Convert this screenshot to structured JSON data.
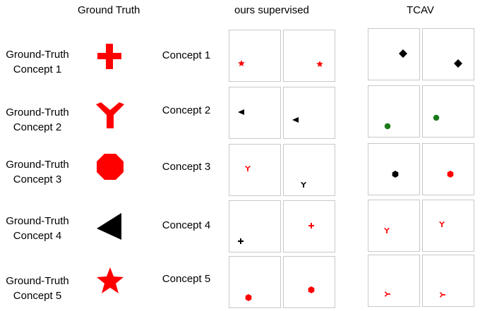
{
  "headers": {
    "ground_truth": "Ground Truth",
    "ours_supervised": "ours supervised",
    "tcav": "TCAV"
  },
  "colors": {
    "red": "#ff0000",
    "black": "#000000",
    "green": "#1a7a1a",
    "panel_border": "#c8c8c8"
  },
  "rows": [
    {
      "gt_label_line1": "Ground-Truth",
      "gt_label_line2": "Concept 1",
      "gt_shape": "cross",
      "concept_label": "Concept 1",
      "ours": [
        {
          "shape": "star",
          "color": "red"
        },
        {
          "shape": "star",
          "color": "red"
        }
      ],
      "tcav": [
        {
          "shape": "diamond",
          "color": "black"
        },
        {
          "shape": "diamond",
          "color": "black"
        }
      ]
    },
    {
      "gt_label_line1": "Ground-Truth",
      "gt_label_line2": "Concept 2",
      "gt_shape": "trident",
      "concept_label": "Concept 2",
      "ours": [
        {
          "shape": "triangle-left",
          "color": "black"
        },
        {
          "shape": "triangle-left",
          "color": "black"
        }
      ],
      "tcav": [
        {
          "shape": "circle",
          "color": "green"
        },
        {
          "shape": "circle",
          "color": "green"
        }
      ]
    },
    {
      "gt_label_line1": "Ground-Truth",
      "gt_label_line2": "Concept 3",
      "gt_shape": "octagon",
      "concept_label": "Concept 3",
      "ours": [
        {
          "shape": "trident",
          "color": "red"
        },
        {
          "shape": "trident",
          "color": "black"
        }
      ],
      "tcav": [
        {
          "shape": "hexagon",
          "color": "black"
        },
        {
          "shape": "hexagon",
          "color": "red"
        }
      ]
    },
    {
      "gt_label_line1": "Ground-Truth",
      "gt_label_line2": "Concept 4",
      "gt_shape": "triangle-left",
      "concept_label": "Concept 4",
      "ours": [
        {
          "shape": "cross",
          "color": "black"
        },
        {
          "shape": "cross",
          "color": "red"
        }
      ],
      "tcav": [
        {
          "shape": "trident",
          "color": "red"
        },
        {
          "shape": "trident",
          "color": "red"
        }
      ]
    },
    {
      "gt_label_line1": "Ground-Truth",
      "gt_label_line2": "Concept 5",
      "gt_shape": "star",
      "concept_label": "Concept 5",
      "ours": [
        {
          "shape": "hexagon",
          "color": "red"
        },
        {
          "shape": "hexagon",
          "color": "red"
        }
      ],
      "tcav": [
        {
          "shape": "trident-left",
          "color": "red"
        },
        {
          "shape": "trident-left",
          "color": "red"
        }
      ]
    }
  ]
}
